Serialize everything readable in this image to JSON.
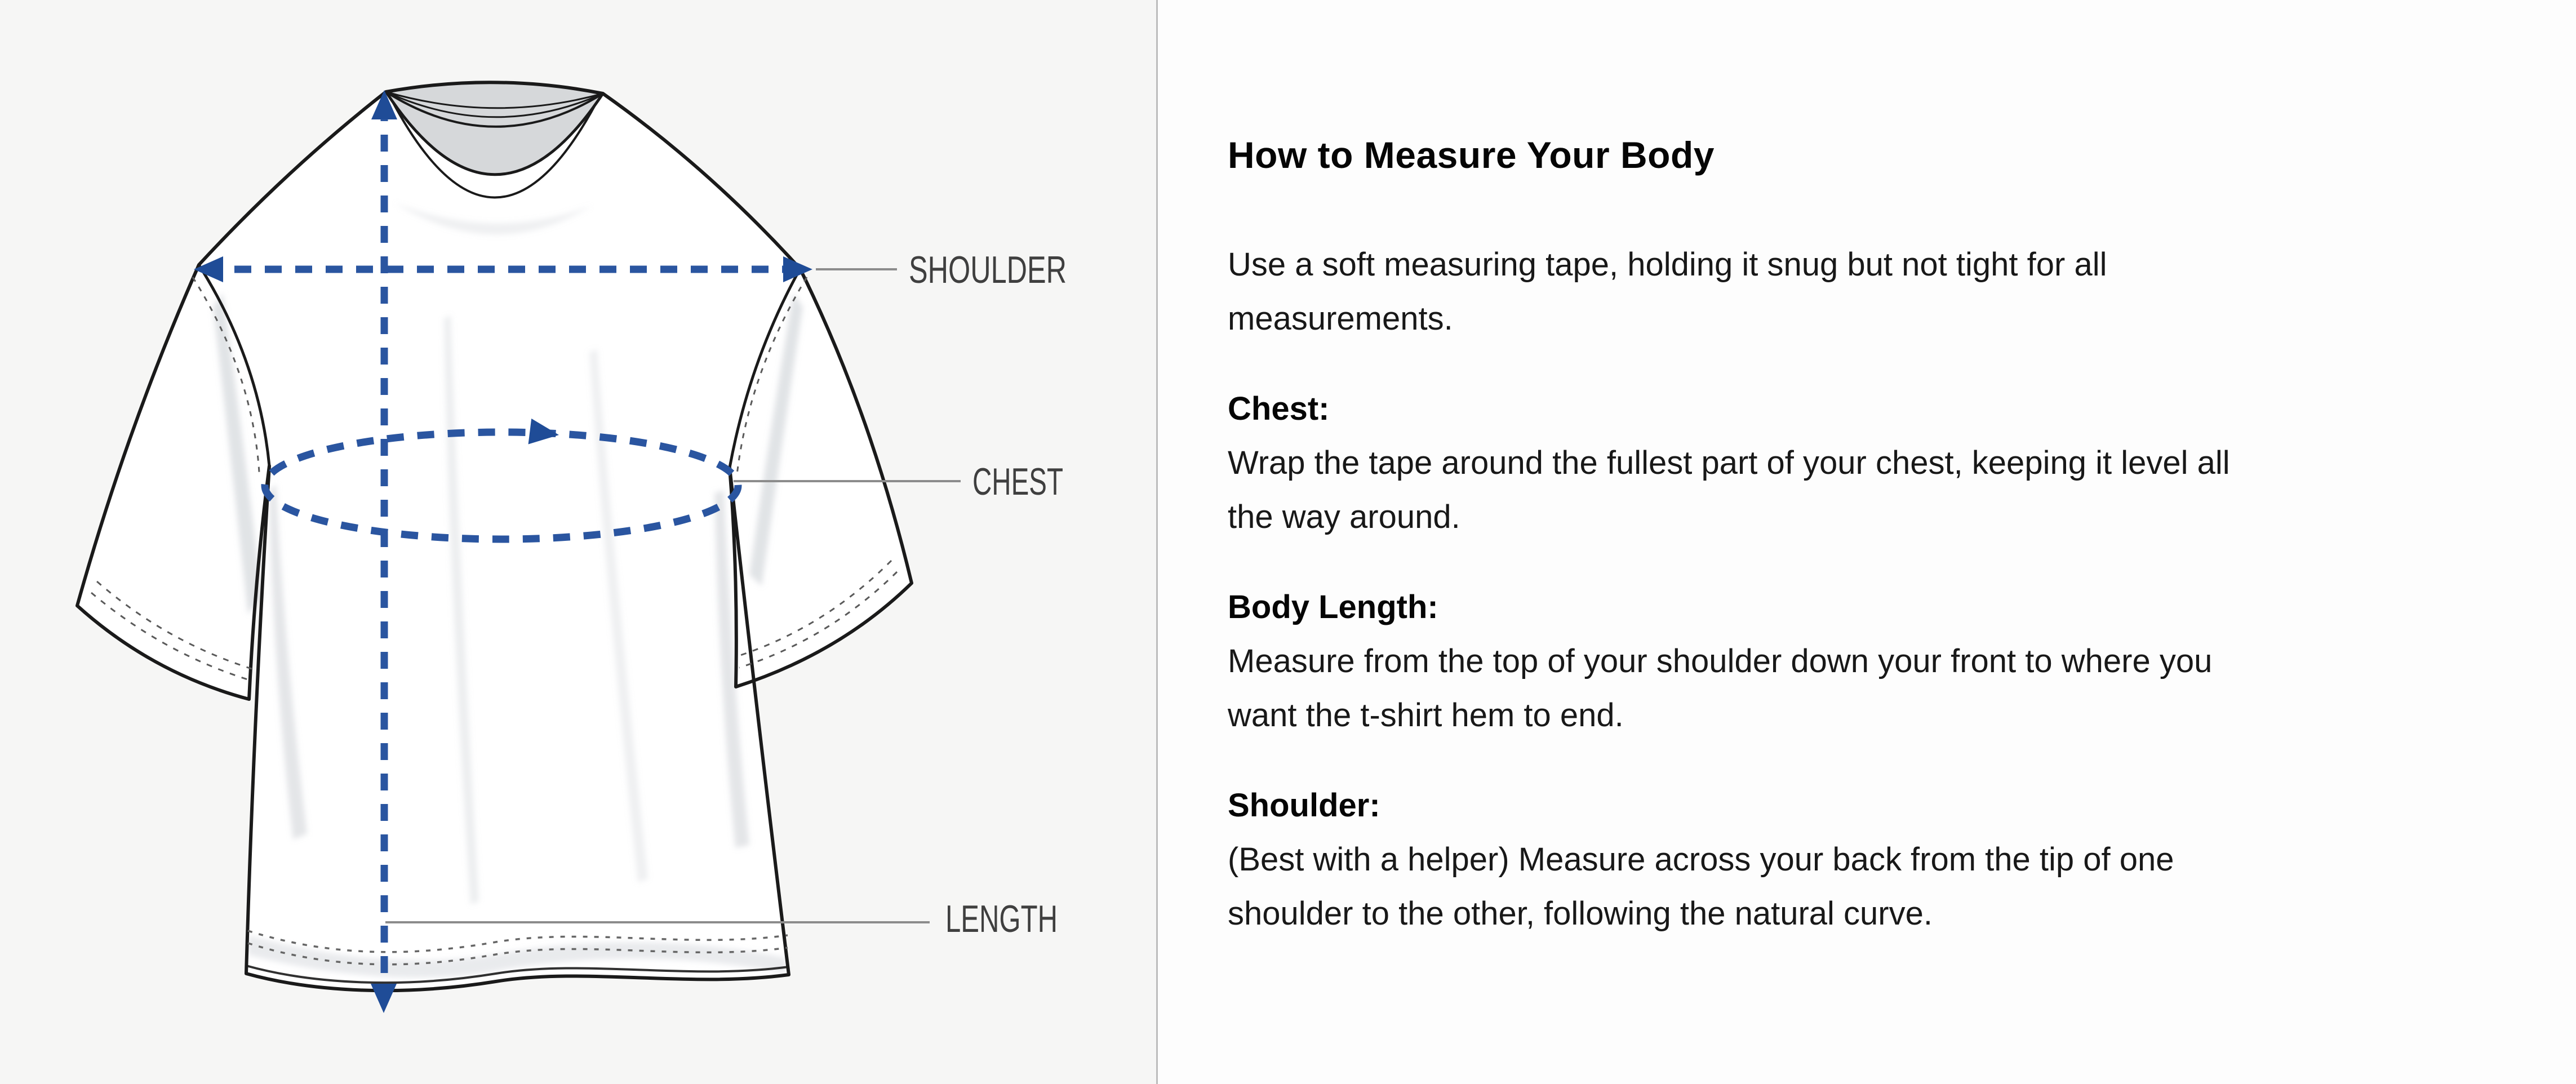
{
  "panel_right": {
    "heading": "How to Measure Your Body",
    "intro": "Use a soft measuring tape, holding it snug but not tight for all\nmeasurements.",
    "sections": [
      {
        "label": "Chest:",
        "body": "Wrap the tape around the fullest part of your chest, keeping it level all\nthe way around."
      },
      {
        "label": "Body Length:",
        "body": "Measure from the top of your shoulder down your front to where you\nwant the t-shirt hem to end."
      },
      {
        "label": "Shoulder:",
        "body": "(Best with a helper) Measure across your back from the tip of one\nshoulder to the other, following the natural curve."
      }
    ]
  },
  "diagram": {
    "labels": {
      "shoulder": "SHOULDER",
      "chest": "CHEST",
      "length": "LENGTH"
    },
    "colors": {
      "measure_blue": "#2a55a0",
      "arrow_blue": "#1f4c97",
      "leader_gray": "#8c8c8c",
      "label_gray": "#3f3f3f",
      "outline_black": "#1a1a1a",
      "collar_fill": "#d6d8da",
      "shade_gray": "#c9cdd2",
      "left_bg": "#f6f6f5",
      "right_bg": "#fdfdfd"
    }
  }
}
